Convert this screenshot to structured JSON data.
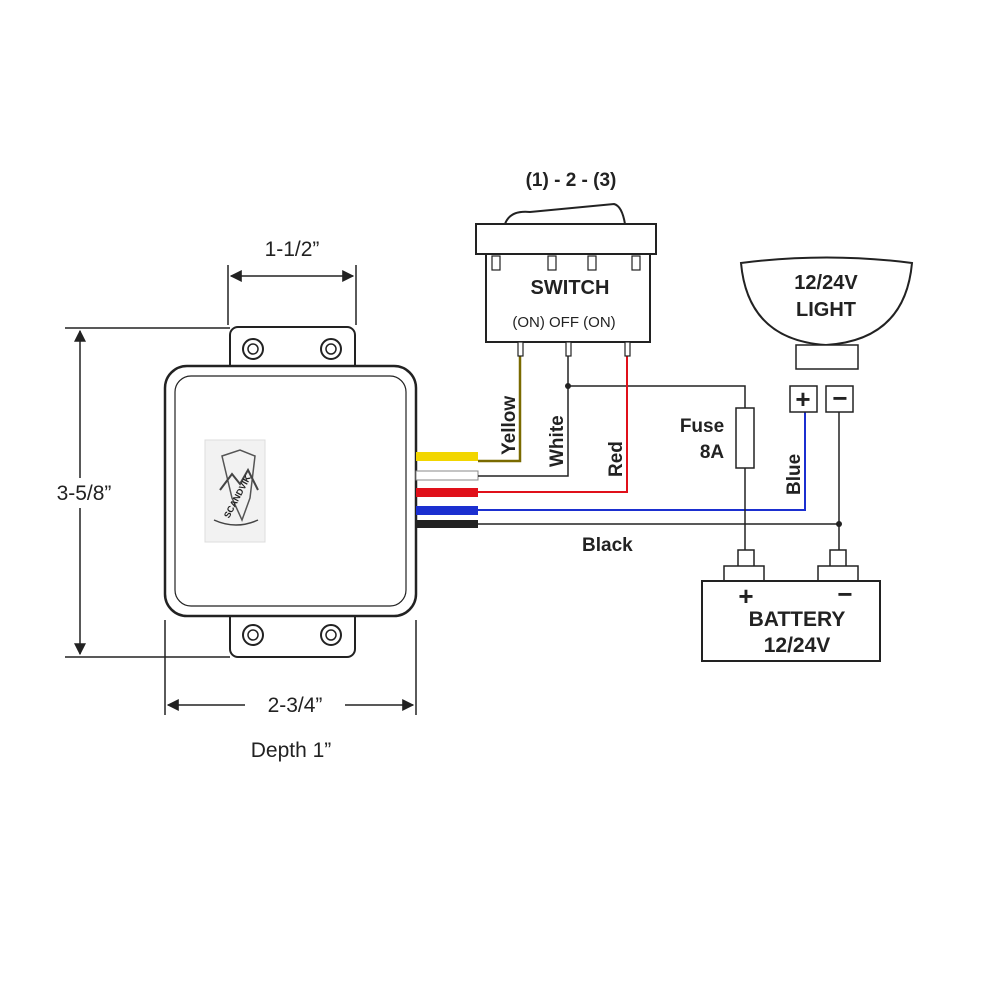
{
  "dimensions": {
    "top_width": "1-1/2”",
    "height": "3-5/8”",
    "bottom_width": "2-3/4”",
    "depth": "Depth 1”"
  },
  "module": {
    "logo_text": "SCANDVIK"
  },
  "switch": {
    "positions": "(1) - 2 - (3)",
    "title": "SWITCH",
    "modes": "(ON) OFF (ON)"
  },
  "light": {
    "line1": "12/24V",
    "line2": "LIGHT",
    "plus": "+",
    "minus": "−"
  },
  "fuse": {
    "line1": "Fuse",
    "line2": "8A"
  },
  "battery": {
    "title": "BATTERY",
    "voltage": "12/24V",
    "plus": "+",
    "minus": "−"
  },
  "wires": [
    {
      "label": "Yellow",
      "color": "#f2d600"
    },
    {
      "label": "White",
      "color": "#ffffff"
    },
    {
      "label": "Red",
      "color": "#e0101a"
    },
    {
      "label": "Blue",
      "color": "#1b2fd0"
    },
    {
      "label": "Black",
      "color": "#222222"
    }
  ]
}
